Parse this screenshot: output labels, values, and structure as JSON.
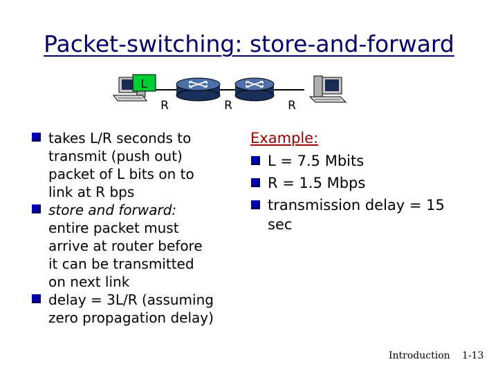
{
  "slide": {
    "title": "Packet-switching: store-and-forward",
    "diagram": {
      "packet_label": "L",
      "link_labels": [
        "R",
        "R",
        "R"
      ]
    },
    "left_bullets": [
      {
        "lines": [
          "takes L/R seconds to",
          "transmit (push out)",
          "packet of L bits on to",
          "link at R bps"
        ],
        "italic_first": false
      },
      {
        "lines": [
          "store and forward:",
          "entire packet must",
          "arrive at router before",
          "it can be transmitted",
          "on next link"
        ],
        "italic_first": true
      },
      {
        "lines": [
          "delay = 3L/R (assuming",
          "zero propagation delay)"
        ],
        "italic_first": false
      }
    ],
    "example": {
      "heading": "Example:",
      "items": [
        {
          "text": "L = 7.5 Mbits"
        },
        {
          "text": "R = 1.5 Mbps"
        },
        {
          "text": "transmission delay = 15",
          "cont": "sec"
        }
      ]
    },
    "footer": {
      "label": "Introduction",
      "page": "1-13"
    },
    "colors": {
      "title": "#000066",
      "bullet": "#0000b0",
      "example_heading": "#990000"
    }
  }
}
